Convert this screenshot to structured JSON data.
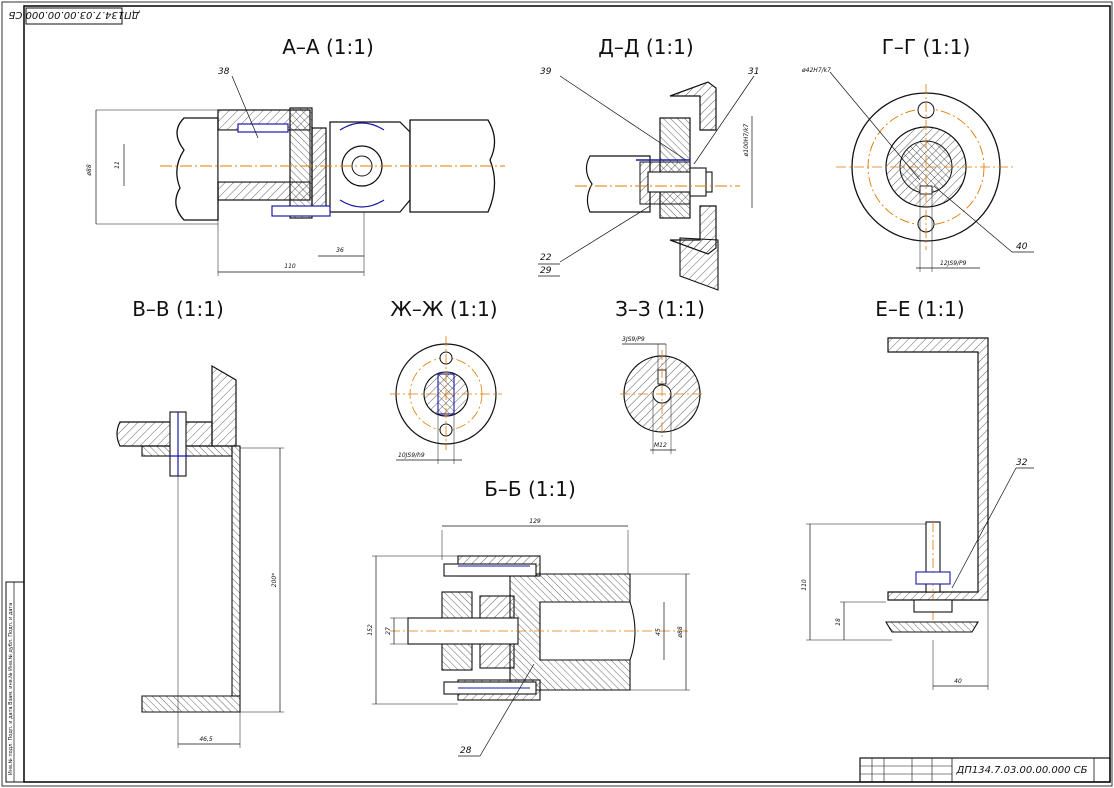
{
  "drawing": {
    "code_stamp": "ДП134.7.03.00.00.000 СБ",
    "title_block_code": "ДП134.7.03.00.00.000 СБ",
    "side_strip": "Инв.№ подл.  Подп. и дата  Взам. инв.№  Инв.№ дубл.  Подп. и дата"
  },
  "sections": {
    "aa": {
      "title": "А–А (1:1)",
      "refs": [
        "38"
      ],
      "dims": [
        "ø88",
        "11",
        "110",
        "36"
      ]
    },
    "dd": {
      "title": "Д–Д (1:1)",
      "refs": [
        "39",
        "31",
        "22",
        "29"
      ],
      "dims": [
        "ø100H7/k7"
      ]
    },
    "gg": {
      "title": "Г–Г (1:1)",
      "refs": [
        "40"
      ],
      "dims": [
        "ø42H7/k7",
        "12JS9/P9"
      ]
    },
    "vv": {
      "title": "В–В (1:1)",
      "dims": [
        "200*",
        "46,5"
      ]
    },
    "zhzh": {
      "title": "Ж–Ж (1:1)",
      "dims": [
        "10JS9/h9"
      ]
    },
    "zz": {
      "title": "З–З (1:1)",
      "dims": [
        "3JS9/P9",
        "M12"
      ]
    },
    "ee": {
      "title": "Е–Е (1:1)",
      "refs": [
        "32"
      ],
      "dims": [
        "110",
        "18",
        "40"
      ]
    },
    "bb": {
      "title": "Б–Б (1:1)",
      "refs": [
        "28"
      ],
      "dims": [
        "129",
        "ø88",
        "45",
        "152",
        "27"
      ]
    }
  }
}
